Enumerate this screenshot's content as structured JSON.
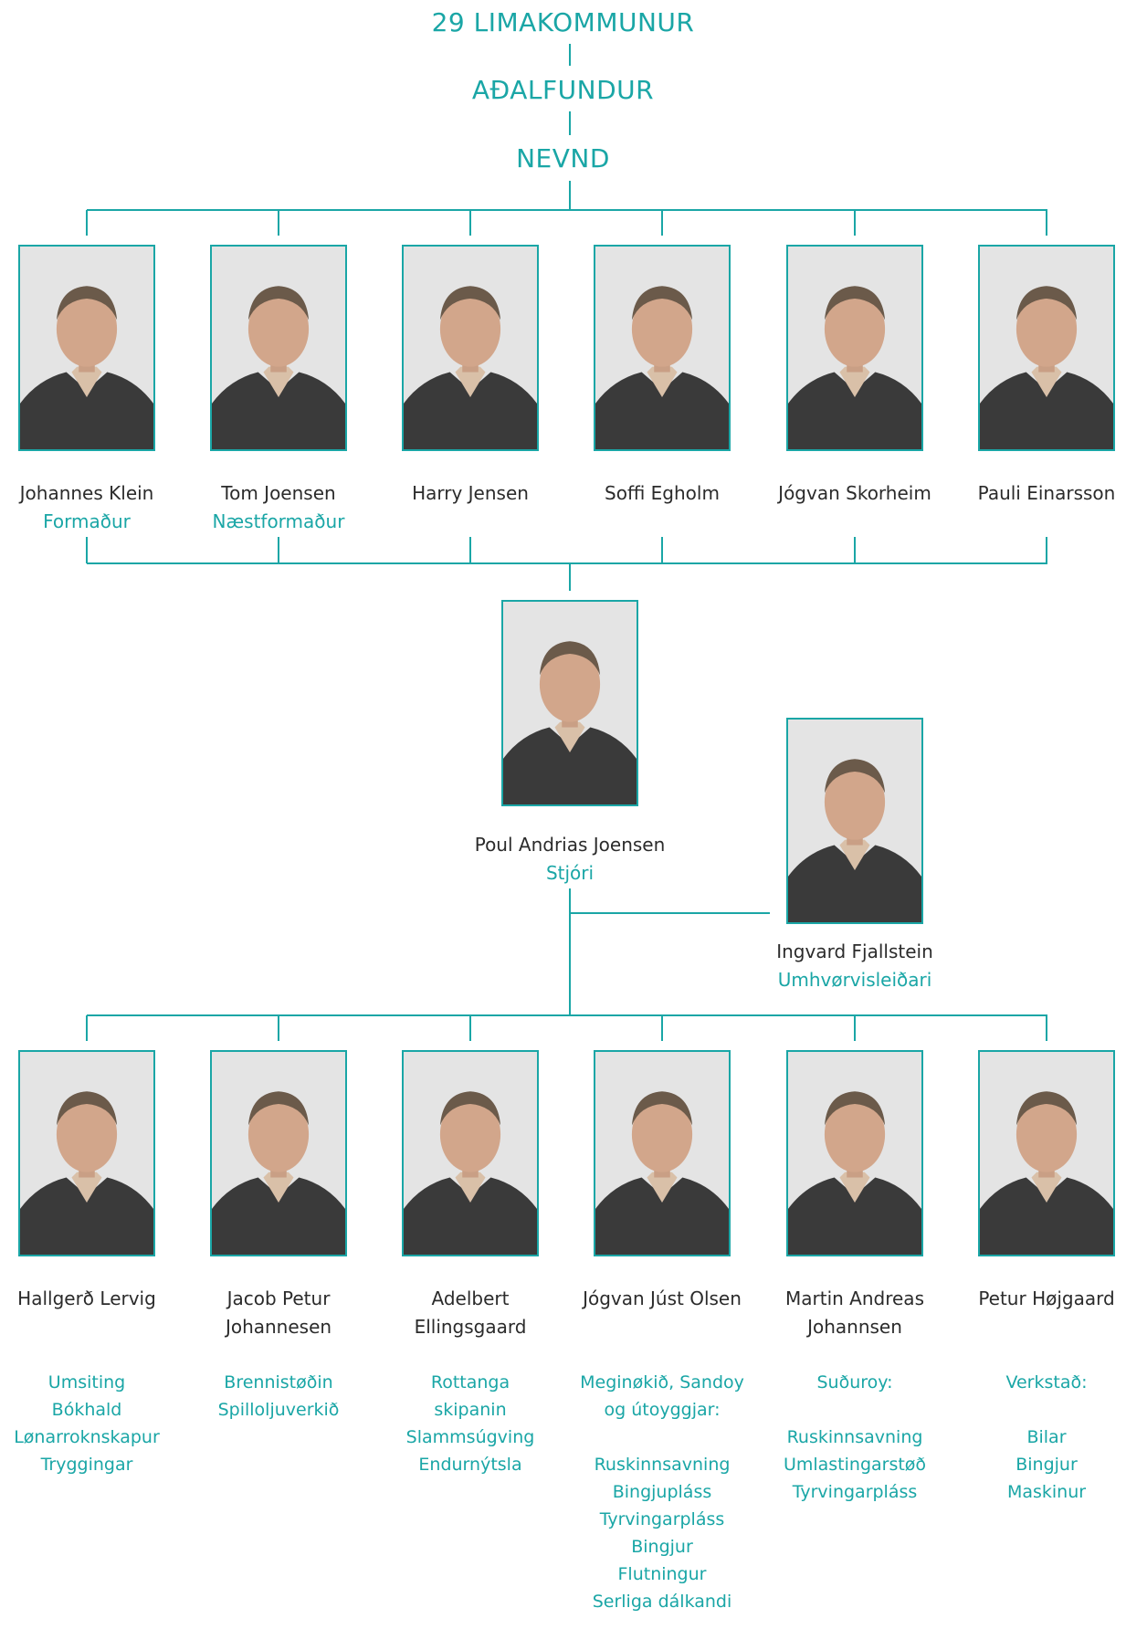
{
  "hierarchy": {
    "level1": "29 LIMAKOMMUNUR",
    "level2": "AÐALFUNDUR",
    "level3": "NEVND"
  },
  "board": [
    {
      "name": "Johannes Klein",
      "role": "Formaður",
      "photo": "portrait-photo"
    },
    {
      "name": "Tom Joensen",
      "role": "Næstformaður",
      "photo": "portrait-photo"
    },
    {
      "name": "Harry Jensen",
      "role": "",
      "photo": "portrait-photo"
    },
    {
      "name": "Soffi Egholm",
      "role": "",
      "photo": "portrait-photo"
    },
    {
      "name": "Jógvan Skorheim",
      "role": "",
      "photo": "portrait-photo"
    },
    {
      "name": "Pauli Einarsson",
      "role": "",
      "photo": "portrait-photo"
    }
  ],
  "director": {
    "name": "Poul Andrias Joensen",
    "role": "Stjóri",
    "photo": "portrait-photo"
  },
  "environment": {
    "name": "Ingvard Fjallstein",
    "role": "Umhvørvisleiðari",
    "photo": "portrait-photo"
  },
  "staff": [
    {
      "name_lines": [
        "Hallgerð Lervig",
        ""
      ],
      "duties": [
        "Umsiting",
        "Bókhald",
        "Lønarroknskapur",
        "Tryggingar"
      ],
      "photo": "portrait-photo"
    },
    {
      "name_lines": [
        "Jacob Petur",
        "Johannesen"
      ],
      "duties": [
        "Brennistøðin",
        "Spilloljuverkið"
      ],
      "photo": "portrait-photo"
    },
    {
      "name_lines": [
        "Adelbert",
        "Ellingsgaard"
      ],
      "duties": [
        "Rottanga",
        "skipanin",
        "Slammsúgving",
        "Endurnýtsla"
      ],
      "photo": "portrait-photo"
    },
    {
      "name_lines": [
        "Jógvan Júst Olsen",
        ""
      ],
      "duties": [
        "Meginøkið, Sandoy",
        "og útoyggjar:",
        "",
        "Ruskinnsavning",
        "Bingjupláss",
        "Tyrvingarpláss",
        "Bingjur",
        "Flutningur",
        "Serliga dálkandi"
      ],
      "photo": "portrait-photo"
    },
    {
      "name_lines": [
        "Martin Andreas",
        "Johannsen"
      ],
      "duties": [
        "Suðuroy:",
        "",
        "Ruskinnsavning",
        "Umlastingarstøð",
        "Tyrvingarpláss"
      ],
      "photo": "portrait-photo"
    },
    {
      "name_lines": [
        "Petur Højgaard",
        ""
      ],
      "duties": [
        "Verkstað:",
        "",
        "Bilar",
        "Bingjur",
        "Maskinur"
      ],
      "photo": "portrait-photo"
    }
  ],
  "colors": {
    "accent": "#1aa6a6",
    "text": "#2b2b2b",
    "photo_bg": "#e6e6e6"
  }
}
